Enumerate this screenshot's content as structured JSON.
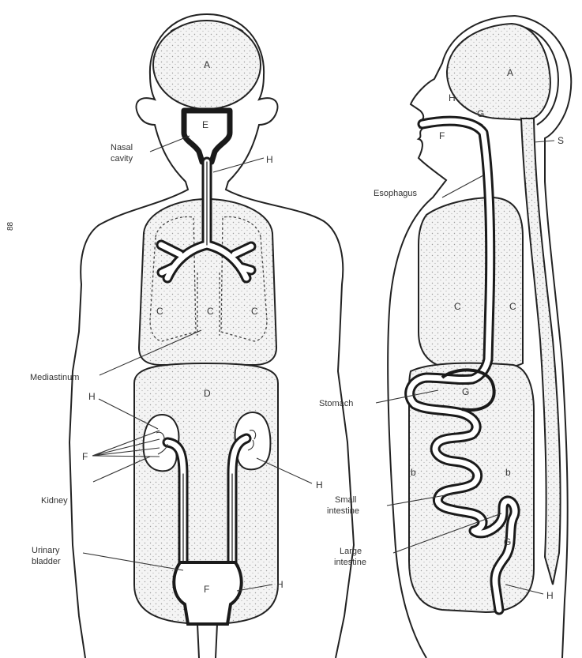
{
  "figure_number": "88",
  "front_view": {
    "letters": {
      "brain": "A",
      "nasal_region": "E",
      "lung_left": "C",
      "mediastinum_center": "C",
      "lung_right": "C",
      "abdomen": "D",
      "kidney_top": "H",
      "bladder": "F",
      "bladder_bottom": "H",
      "kidney_right": "H",
      "trachea": "H",
      "ureter_marker": "F"
    },
    "labels": {
      "nasal_line1": "Nasal",
      "nasal_line2": "cavity",
      "mediastinum": "Mediastinum",
      "kidney": "Kidney",
      "urinary_line1": "Urinary",
      "urinary_line2": "bladder"
    }
  },
  "side_view": {
    "letters": {
      "brain": "A",
      "mouth_top_left": "H",
      "mouth_top_right": "G",
      "mouth": "F",
      "spinal": "S",
      "chest_center": "C",
      "chest_right": "C",
      "stomach": "G",
      "abdomen_left": "b",
      "abdomen_right": "b",
      "large_intestine": "G",
      "bottom": "H"
    },
    "labels": {
      "esophagus": "Esophagus",
      "stomach": "Stomach",
      "small_line1": "Small",
      "small_line2": "intestine",
      "large_line1": "Large",
      "large_line2": "intestine"
    }
  }
}
